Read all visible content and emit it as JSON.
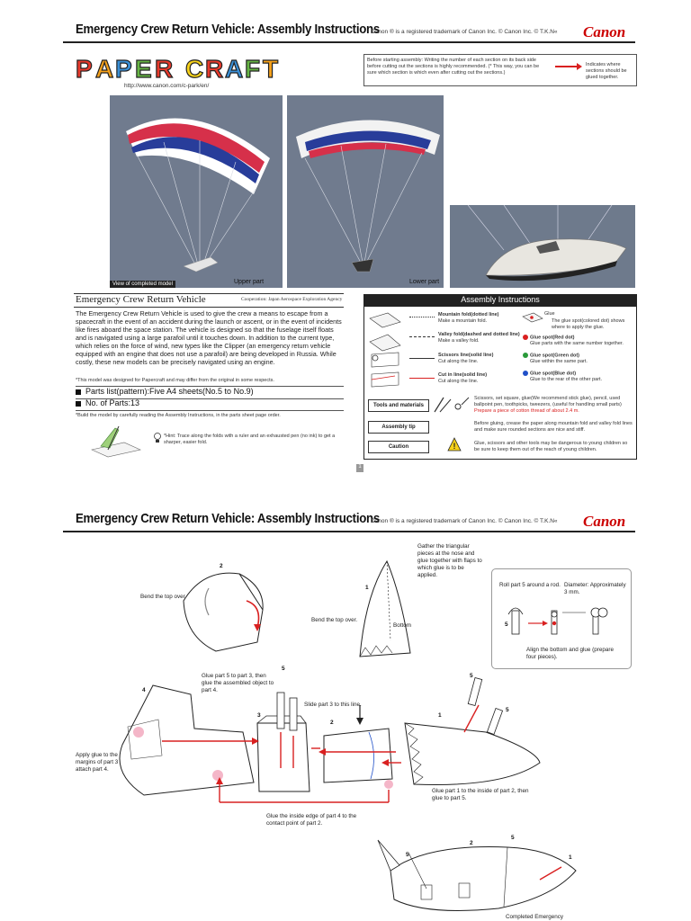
{
  "page1": {
    "title": "Emergency Crew Return Vehicle: Assembly Instructions",
    "trademark": "Canon ® is a registered trademark of Canon Inc. © Canon Inc. © T.K.N«",
    "brand": "Canon",
    "logo_text": "PAPER CRAFT",
    "url": "http://www.canon.com/c-park/en/",
    "before_note": "Before starting assembly: Writing the number of each section on its back side before cutting out the sections is highly recommended. (* This way, you can be sure which section is which even after cutting out the sections.)",
    "arrow_legend": "Indicates where sections should be glued together.",
    "photo_labels": {
      "view": "View of completed model",
      "upper": "Upper part",
      "lower": "Lower part"
    },
    "section_title": "Emergency Crew Return Vehicle",
    "cooperation": "Cooperation: Japan Aerospace Exploration Agency",
    "description": "The Emergency Crew Return Vehicle is used to give the crew a means to escape from a spacecraft in the event of an accident during the launch or ascent, or in the event of incidents like fires aboard the space station. The vehicle is designed so that the fuselage itself floats and is navigated using a large parafoil until it touches down. In addition to the current type, which relies on the force of wind, new types like the Clipper (an emergency return vehicle equipped with an engine that does not use a parafoil) are being developed in Russia. While costly, these new models can be precisely navigated using an engine.",
    "design_note": "*This model was designed for Papercraft and may differ from the original in some respects.",
    "parts_list": "Parts list(pattern):Five A4 sheets(No.5 to No.9)",
    "parts_count": "No. of Parts:13",
    "build_note": "*Build the model by carefully reading the Assembly Instructions, in the parts sheet page order.",
    "hint": "*Hint: Trace along the folds with a ruler and an exhausted pen (no ink) to get a sharper, easier fold.",
    "assembly": {
      "header": "Assembly Instructions",
      "mountain_title": "Mountain fold(dotted line)",
      "mountain_desc": "Make a mountain fold.",
      "valley_title": "Valley fold(dashed and dotted line)",
      "valley_desc": "Make a valley fold.",
      "scissors_title": "Scissors line(solid line)",
      "scissors_desc": "Cut along the line.",
      "cutin_title": "Cut in line(solid line)",
      "cutin_desc": "Cut along the line.",
      "glue_label": "Glue",
      "glue_desc": "The glue spot(colored dot) shows where to apply the glue.",
      "red_title": "Glue spot(Red dot)",
      "red_desc": "Glue parts with the same number together.",
      "green_title": "Glue spot(Green dot)",
      "green_desc": "Glue within the same part.",
      "blue_title": "Glue spot(Blue dot)",
      "blue_desc": "Glue to the rear of the other part.",
      "tools_label": "Tools and materials",
      "tools_text": "Scissors, set square, glue(We recommend stick glue), pencil, used ballpoint pen, toothpicks, tweezers, (useful for handling small parts)",
      "tools_red": "Prepare a piece of cotton thread of about 2.4 m.",
      "tip_label": "Assembly tip",
      "tip_text": "Before gluing, crease the paper along mountain fold and valley fold lines and make sure rounded sections are nice and stiff.",
      "caution_label": "Caution",
      "caution_text": "Glue, scissors and other tools may be dangerous to young children so be sure to keep them out of the reach of young children."
    },
    "page_number": "1"
  },
  "page2": {
    "title": "Emergency Crew Return Vehicle: Assembly Instructions",
    "trademark": "Canon ® is a registered trademark of Canon Inc. © Canon Inc. © T.K.N«",
    "brand": "Canon",
    "bend1": "Bend the top over.",
    "bend2": "Bend the top over.",
    "gather": "Gather the triangular pieces at the nose and glue together with flaps to which glue is to be applied.",
    "bottom": "Bottom",
    "roll": "Roll part 5 around a rod.",
    "diameter": "Diameter: Approximately 3 mm.",
    "align": "Align the bottom and glue (prepare four pieces).",
    "glue5": "Glue part 5 to part 3, then glue the assembled object to part 4.",
    "slide": "Slide part 3 to this line.",
    "apply": "Apply glue to the margins of part 3 to attach part 4.",
    "part1": "Glue part 1 to the inside of part 2, then glue to part 5.",
    "inside": "Glue the inside edge of part 4 to the contact point of part 2.",
    "completed": "Completed Emergency",
    "numbers": [
      "1",
      "2",
      "3",
      "4",
      "5"
    ]
  },
  "colors": {
    "accent": "#cc0000",
    "glue_red": "#d92020",
    "glue_green": "#2a9a3a",
    "glue_blue": "#2050c8",
    "photo_bg": "#6b7689"
  }
}
